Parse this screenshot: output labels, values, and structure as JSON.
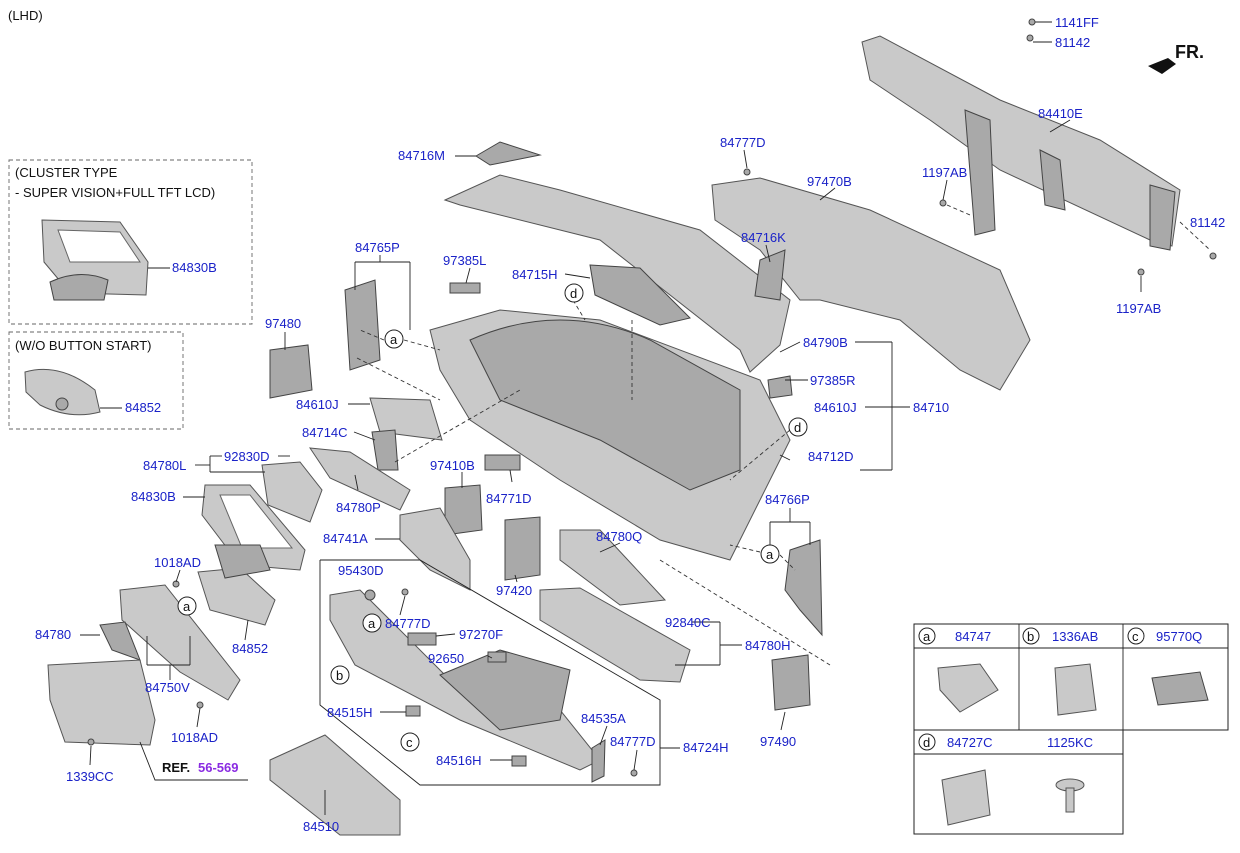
{
  "variant": "(LHD)",
  "direction_label": "FR.",
  "inset_cluster": {
    "title_line1": "(CLUSTER TYPE",
    "title_line2": " - SUPER VISION+FULL TFT LCD)",
    "part": "84830B"
  },
  "inset_button": {
    "title": "(W/O BUTTON START)",
    "part": "84852"
  },
  "reference": {
    "prefix": "REF.",
    "number": "56-569"
  },
  "part_labels": {
    "p1141FF": "1141FF",
    "p81142_top": "81142",
    "p84410E": "84410E",
    "p84716M": "84716M",
    "p84777D_top": "84777D",
    "p97470B": "97470B",
    "p1197AB_1": "1197AB",
    "p81142_right": "81142",
    "p84716K": "84716K",
    "p1197AB_2": "1197AB",
    "p84765P": "84765P",
    "p97385L": "97385L",
    "p84715H": "84715H",
    "p97480": "97480",
    "p84790B": "84790B",
    "p97385R": "97385R",
    "p84610J_left": "84610J",
    "p84610J_right": "84610J",
    "p84710": "84710",
    "p84714C": "84714C",
    "p84712D": "84712D",
    "p84780L": "84780L",
    "p92830D": "92830D",
    "p97410B": "97410B",
    "p84771D": "84771D",
    "p84830B": "84830B",
    "p84780P": "84780P",
    "p84766P": "84766P",
    "p84741A": "84741A",
    "p84780Q": "84780Q",
    "p1018AD_1": "1018AD",
    "p95430D": "95430D",
    "p97420": "97420",
    "p84777D_mid": "84777D",
    "p92840C": "92840C",
    "p84780": "84780",
    "p84852": "84852",
    "p97270F": "97270F",
    "p84780H": "84780H",
    "p92650": "92650",
    "p84750V": "84750V",
    "p84515H": "84515H",
    "p1018AD_2": "1018AD",
    "p84535A": "84535A",
    "p84777D_bot": "84777D",
    "p84724H": "84724H",
    "p97490": "97490",
    "p1339CC": "1339CC",
    "p84516H": "84516H",
    "p84510": "84510"
  },
  "callouts": {
    "a": "a",
    "b": "b",
    "c": "c",
    "d": "d"
  },
  "legend": [
    {
      "letter": "a",
      "part": "84747"
    },
    {
      "letter": "b",
      "part": "1336AB"
    },
    {
      "letter": "c",
      "part": "95770Q"
    },
    {
      "letter": "d",
      "part": "84727C"
    },
    {
      "letter": "",
      "part": "1125KC"
    }
  ]
}
